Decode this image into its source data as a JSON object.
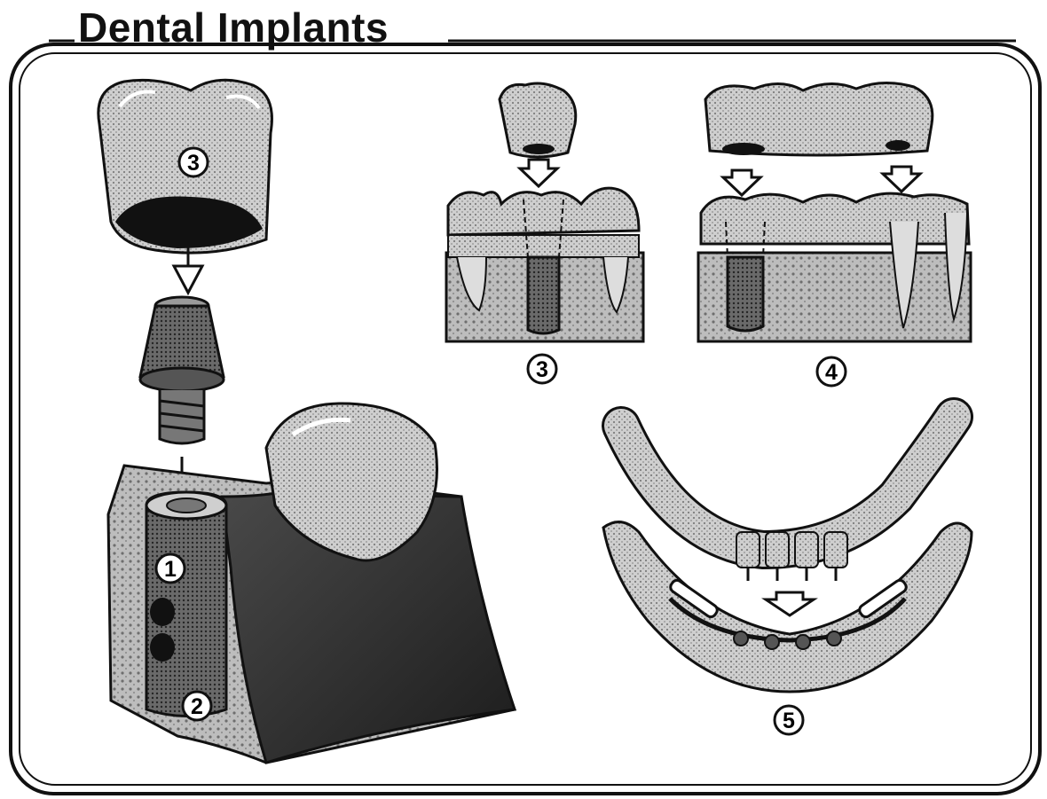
{
  "title": "Dental Implants",
  "labels": {
    "crown_single": "3",
    "implant_body": "1",
    "bone_part": "2",
    "panel_single": "3",
    "panel_bridge": "4",
    "panel_denture": "5"
  },
  "colors": {
    "ink": "#111111",
    "tooth": "#c9c9c9",
    "gum": "#9a9a9a",
    "bone": "#b5b5b5",
    "dark": "#2a2a2a",
    "paper": "#ffffff"
  }
}
